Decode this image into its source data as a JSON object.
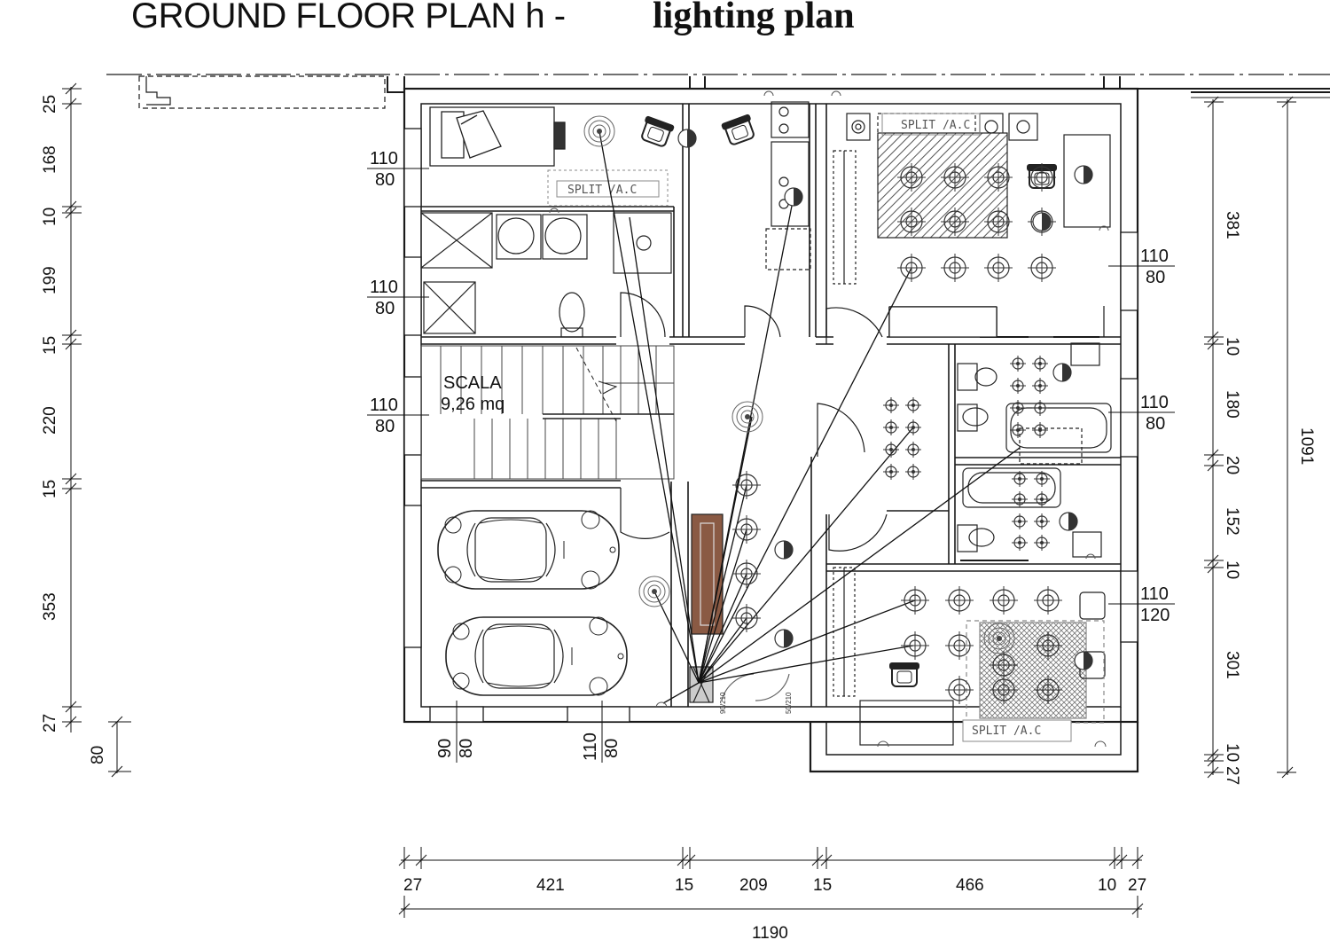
{
  "title": {
    "main": "GROUND FLOOR PLAN h -",
    "sub": "lighting plan"
  },
  "rooms": {
    "stairs_name": "SCALA",
    "stairs_area": "9,26 mq"
  },
  "ac_units": [
    "SPLIT /A.C",
    "SPLIT /A.C",
    "SPLIT /A.C"
  ],
  "door_marks": [
    "90/210",
    "50/210"
  ],
  "windows": {
    "left": [
      {
        "w": "110",
        "h": "80"
      },
      {
        "w": "110",
        "h": "80"
      },
      {
        "w": "110",
        "h": "80"
      }
    ],
    "right": [
      {
        "w": "110",
        "h": "80"
      },
      {
        "w": "110",
        "h": "80"
      },
      {
        "w": "110",
        "h": "120"
      }
    ],
    "bottom": [
      {
        "w": "90",
        "h": "80"
      },
      {
        "w": "110",
        "h": "80"
      }
    ]
  },
  "dimensions": {
    "left": [
      "25",
      "168",
      "10",
      "199",
      "15",
      "220",
      "15",
      "353",
      "27"
    ],
    "left_extra": "80",
    "right": [
      "381",
      "10",
      "180",
      "20",
      "152",
      "10",
      "301",
      "10",
      "27"
    ],
    "right_total": "1091",
    "bottom": [
      "27",
      "421",
      "15",
      "209",
      "15",
      "466",
      "10",
      "27"
    ],
    "bottom_total": "1190"
  },
  "colors": {
    "line": "#1a1a1a",
    "grey_line": "#888888",
    "cabinet": "#8a5a44"
  }
}
